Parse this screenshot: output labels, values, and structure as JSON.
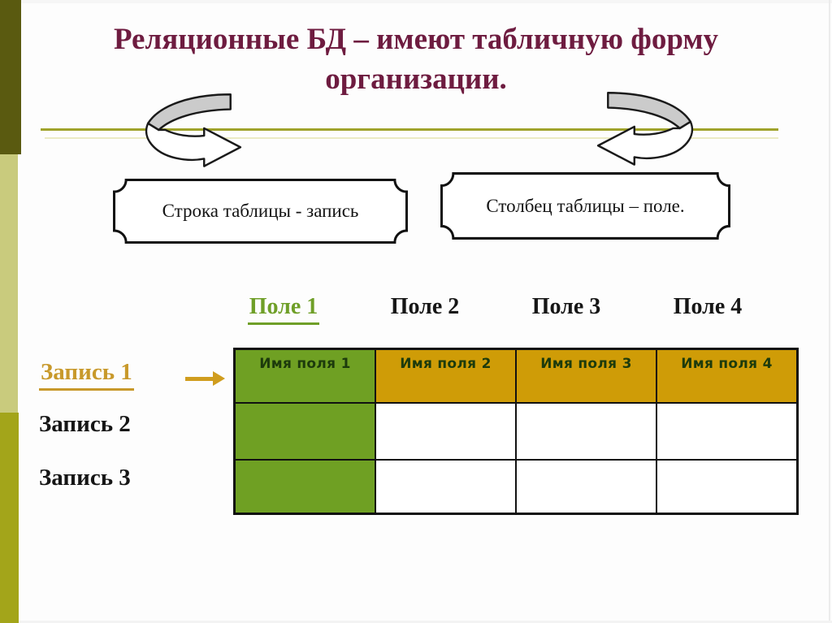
{
  "slide": {
    "title": {
      "line1": "Реляционные БД – имеют табличную форму",
      "line2": "организации."
    },
    "callouts": [
      {
        "label": "Строка таблицы - запись"
      },
      {
        "label": "Столбец таблицы – поле."
      }
    ],
    "field_headers": [
      {
        "label": "Поле 1",
        "highlighted": true
      },
      {
        "label": "Поле 2",
        "highlighted": false
      },
      {
        "label": "Поле 3",
        "highlighted": false
      },
      {
        "label": "Поле 4",
        "highlighted": false
      }
    ],
    "records": [
      {
        "label": "Запись 1",
        "highlighted": true
      },
      {
        "label": "Запись 2",
        "highlighted": false
      },
      {
        "label": "Запись 3",
        "highlighted": false
      }
    ],
    "table": {
      "header_cells": [
        "Имя поля 1",
        "Имя поля 2",
        "Имя поля 3",
        "Имя поля 4"
      ],
      "rows": [
        [
          "",
          "",
          "",
          ""
        ],
        [
          "",
          "",
          "",
          ""
        ]
      ]
    },
    "icons": {
      "left_arrow": "curved-arrow-down-right",
      "right_arrow": "curved-arrow-down-left",
      "record_pointer": "right-arrow"
    },
    "colors": {
      "title_text": "#6e1c40",
      "divider": "#a0a32c",
      "sidebar_top": "#5a5a10",
      "sidebar_middle": "#c9cb7d",
      "sidebar_bottom": "#a3a51a",
      "field1_text": "#6f9f28",
      "record1_text": "#c8992b",
      "pointer_arrow": "#d09d1e",
      "table_header_bg": "#cf9c07",
      "table_first_col_bg": "#6fa023",
      "table_header_text": "#1d3b0c"
    }
  }
}
